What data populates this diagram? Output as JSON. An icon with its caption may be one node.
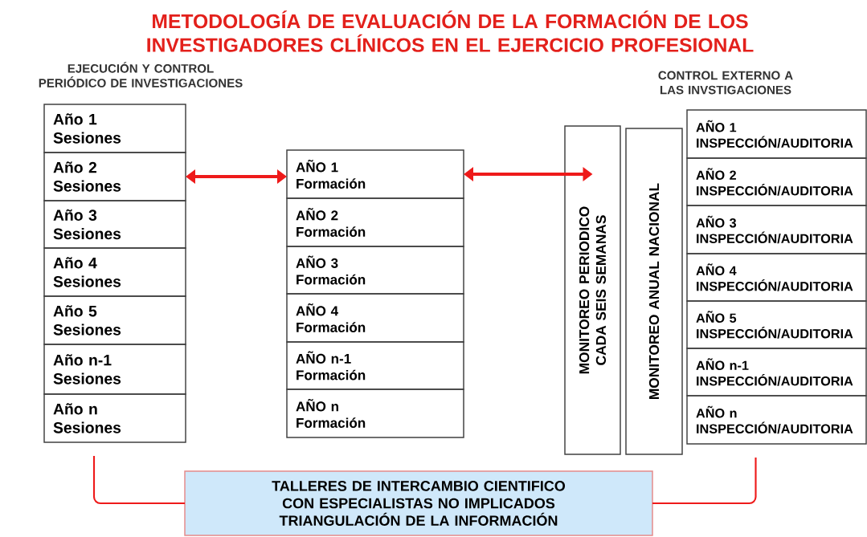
{
  "diagram": {
    "title": "METODOLOGÍA DE EVALUACIÓN DE LA FORMACIÓN DE LOS INVESTIGADORES CLÍNICOS EN EL EJERCICIO PROFESIONAL",
    "nodes": [
      {
        "text": [
          "Año 1",
          "Sesiones"
        ]
      },
      {
        "text": [
          "Año 2",
          "Sesiones"
        ]
      },
      {
        "text": [
          "Año 3",
          "Sesiones"
        ]
      },
      {
        "text": [
          "Año 4",
          "Sesiones"
        ]
      },
      {
        "text": [
          "Año 5",
          "Sesiones"
        ]
      },
      {
        "text": [
          "Año n-1",
          "Sesiones"
        ]
      },
      {
        "text": [
          "Año n",
          "Sesiones"
        ]
      },
      {
        "text": [
          "AÑO 1",
          "Formación"
        ]
      },
      {
        "text": [
          "AÑO  2",
          " Formación"
        ]
      },
      {
        "text": [
          "AÑO 3",
          "Formación"
        ]
      },
      {
        "text": [
          "AÑO 4",
          "Formación"
        ]
      },
      {
        "text": [
          "AÑO n-1",
          "Formación"
        ]
      },
      {
        "text": [
          "AÑO n",
          "Formación"
        ]
      },
      {
        "text": [
          "MONITOREO PERIODICO CADA SEIS SEMANAS"
        ]
      },
      {
        "text": [
          "MONITOREO ANUAL NACIONAL"
        ]
      },
      {
        "text": [
          "AÑO 1",
          "INSPECCIÓN/AUDITORIA"
        ]
      },
      {
        "text": [
          "AÑO 2",
          "INSPECCIÓN/AUDITORIA"
        ]
      },
      {
        "text": [
          "AÑO 3",
          "INSPECCIÓN/AUDITORIA"
        ]
      },
      {
        "text": [
          "AÑO 4",
          "INSPECCIÓN/AUDITORIA"
        ]
      },
      {
        "text": [
          "AÑO 5",
          "INSPECCIÓN/AUDITORIA"
        ]
      },
      {
        "text": [
          "AÑO n-1",
          "INSPECCIÓN/AUDITORIA"
        ]
      },
      {
        "text": [
          "AÑO n",
          "INSPECCIÓN/AUDITORIA"
        ]
      },
      {
        "text": [
          "TALLERES DE INTERCAMBIO CIENTIFICO CON ESPECIALISTAS NO IMPLICADOS",
          "TRIANGULACIÓN DE LA INFORMACIÓN"
        ]
      }
    ],
    "edges": [
      {
        "from": 1,
        "to": 7,
        "arrow": "both",
        "style": "thick"
      },
      {
        "from": 7,
        "to": 13,
        "arrow": "both",
        "style": "thick"
      },
      {
        "from": 6,
        "to": 22,
        "arrow": "none"
      },
      {
        "from": 21,
        "to": 22,
        "arrow": "none"
      }
    ],
    "labels": [
      "EJECUCIÓN Y CONTROL PERIÓDICO DE INVESTIGACIONES",
      "CONTROL EXTERNO A LAS INVSTIGACIONES"
    ]
  }
}
